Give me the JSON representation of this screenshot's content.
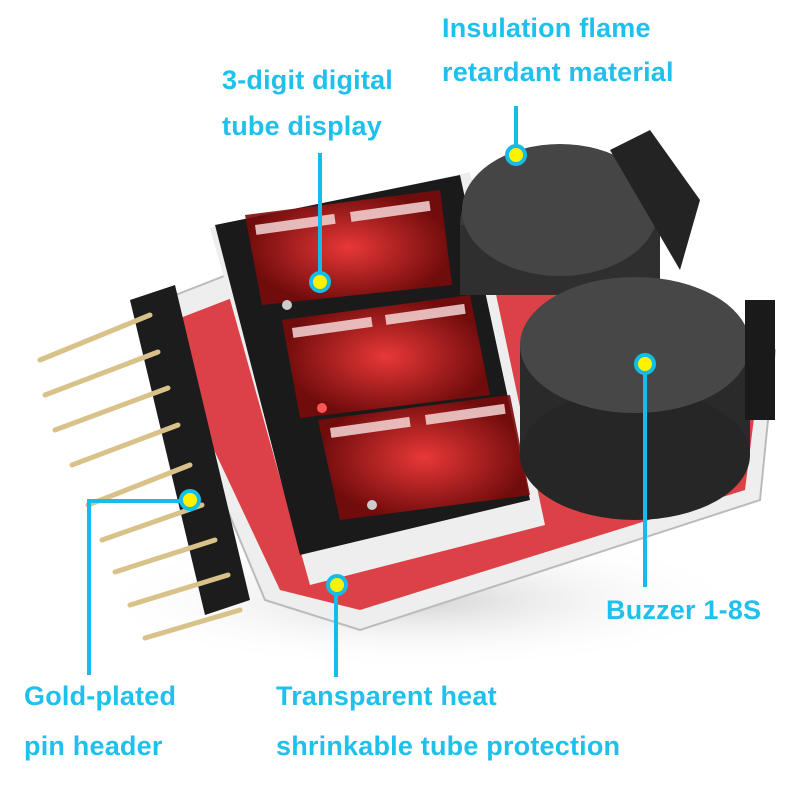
{
  "image": {
    "subject": "Battery voltage checker with buzzer (LED display module)",
    "background": "#ffffff"
  },
  "callouts": [
    {
      "id": "insulation",
      "lines": [
        "Insulation flame",
        "retardant material"
      ]
    },
    {
      "id": "display",
      "lines": [
        "3-digit digital",
        "tube display"
      ]
    },
    {
      "id": "buzzer",
      "lines": [
        "Buzzer 1-8S"
      ]
    },
    {
      "id": "pins",
      "lines": [
        "Gold-plated",
        "pin header"
      ]
    },
    {
      "id": "tube",
      "lines": [
        "Transparent heat",
        "shrinkable tube protection"
      ]
    }
  ],
  "colors": {
    "callout_text": "#1ec1ec",
    "callout_line": "#14bde8",
    "marker_fill": "#fff200",
    "led_red": "#e5262b",
    "pcb_red": "#d8222a",
    "buzzer_dark": "#3a3a3a"
  }
}
